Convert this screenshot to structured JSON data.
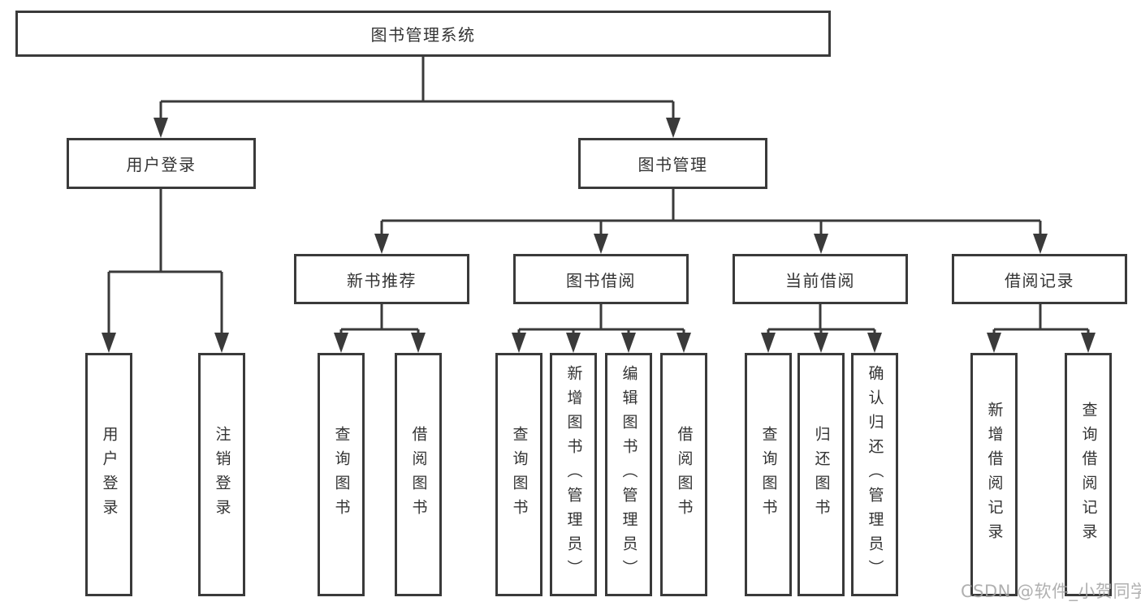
{
  "tree": {
    "label": "图书管理系统",
    "children": [
      {
        "label": "用户登录",
        "children": [
          {
            "label": "用户登录"
          },
          {
            "label": "注销登录"
          }
        ]
      },
      {
        "label": "图书管理",
        "children": [
          {
            "label": "新书推荐",
            "children": [
              {
                "label": "查询图书"
              },
              {
                "label": "借阅图书"
              }
            ]
          },
          {
            "label": "图书借阅",
            "children": [
              {
                "label": "查询图书"
              },
              {
                "label": "新增图书（管理员）"
              },
              {
                "label": "编辑图书（管理员）"
              },
              {
                "label": "借阅图书"
              }
            ]
          },
          {
            "label": "当前借阅",
            "children": [
              {
                "label": "查询图书"
              },
              {
                "label": "归还图书"
              },
              {
                "label": "确认归还（管理员）"
              }
            ]
          },
          {
            "label": "借阅记录",
            "children": [
              {
                "label": "新增借阅记录"
              },
              {
                "label": "查询借阅记录"
              }
            ]
          }
        ]
      }
    ]
  },
  "watermark": {
    "text": "CSDN @软件_小贺同学"
  },
  "colors": {
    "line": "#3a3a3a",
    "text": "#333333",
    "background": "#ffffff",
    "watermark": "#a3a3a3"
  }
}
